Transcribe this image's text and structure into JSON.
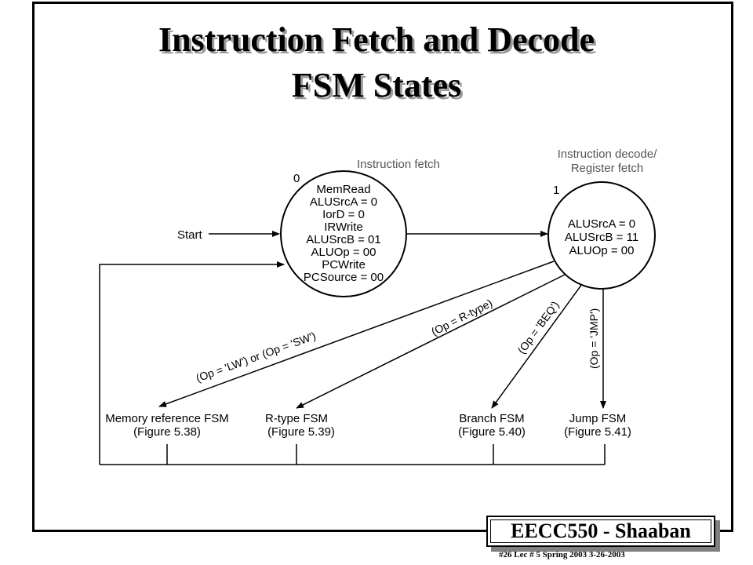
{
  "title": {
    "line1": "Instruction Fetch and Decode",
    "line2": "FSM States"
  },
  "states": [
    {
      "number": "0",
      "label": "Instruction fetch",
      "actions": [
        "MemRead",
        "ALUSrcA = 0",
        "IorD = 0",
        "IRWrite",
        "ALUSrcB = 01",
        "ALUOp = 00",
        "PCWrite",
        "PCSource = 00"
      ]
    },
    {
      "number": "1",
      "label_line1": "Instruction decode/",
      "label_line2": "Register fetch",
      "actions": [
        "ALUSrcA = 0",
        "ALUSrcB = 11",
        "ALUOp = 00"
      ]
    }
  ],
  "start_label": "Start",
  "transitions": {
    "lw_sw": "(Op = 'LW') or (Op = 'SW')",
    "rtype": "(Op = R-type)",
    "beq": "(Op = 'BEQ')",
    "jmp": "(Op = 'JMP')"
  },
  "targets": [
    {
      "name": "Memory reference FSM",
      "figure": "(Figure 5.38)"
    },
    {
      "name": "R-type FSM",
      "figure": "(Figure 5.39)"
    },
    {
      "name": "Branch FSM",
      "figure": "(Figure 5.40)"
    },
    {
      "name": "Jump FSM",
      "figure": "(Figure 5.41)"
    }
  ],
  "footer": {
    "title": "EECC550 - Shaaban",
    "meta": "#26   Lec # 5  Spring 2003  3-26-2003"
  }
}
